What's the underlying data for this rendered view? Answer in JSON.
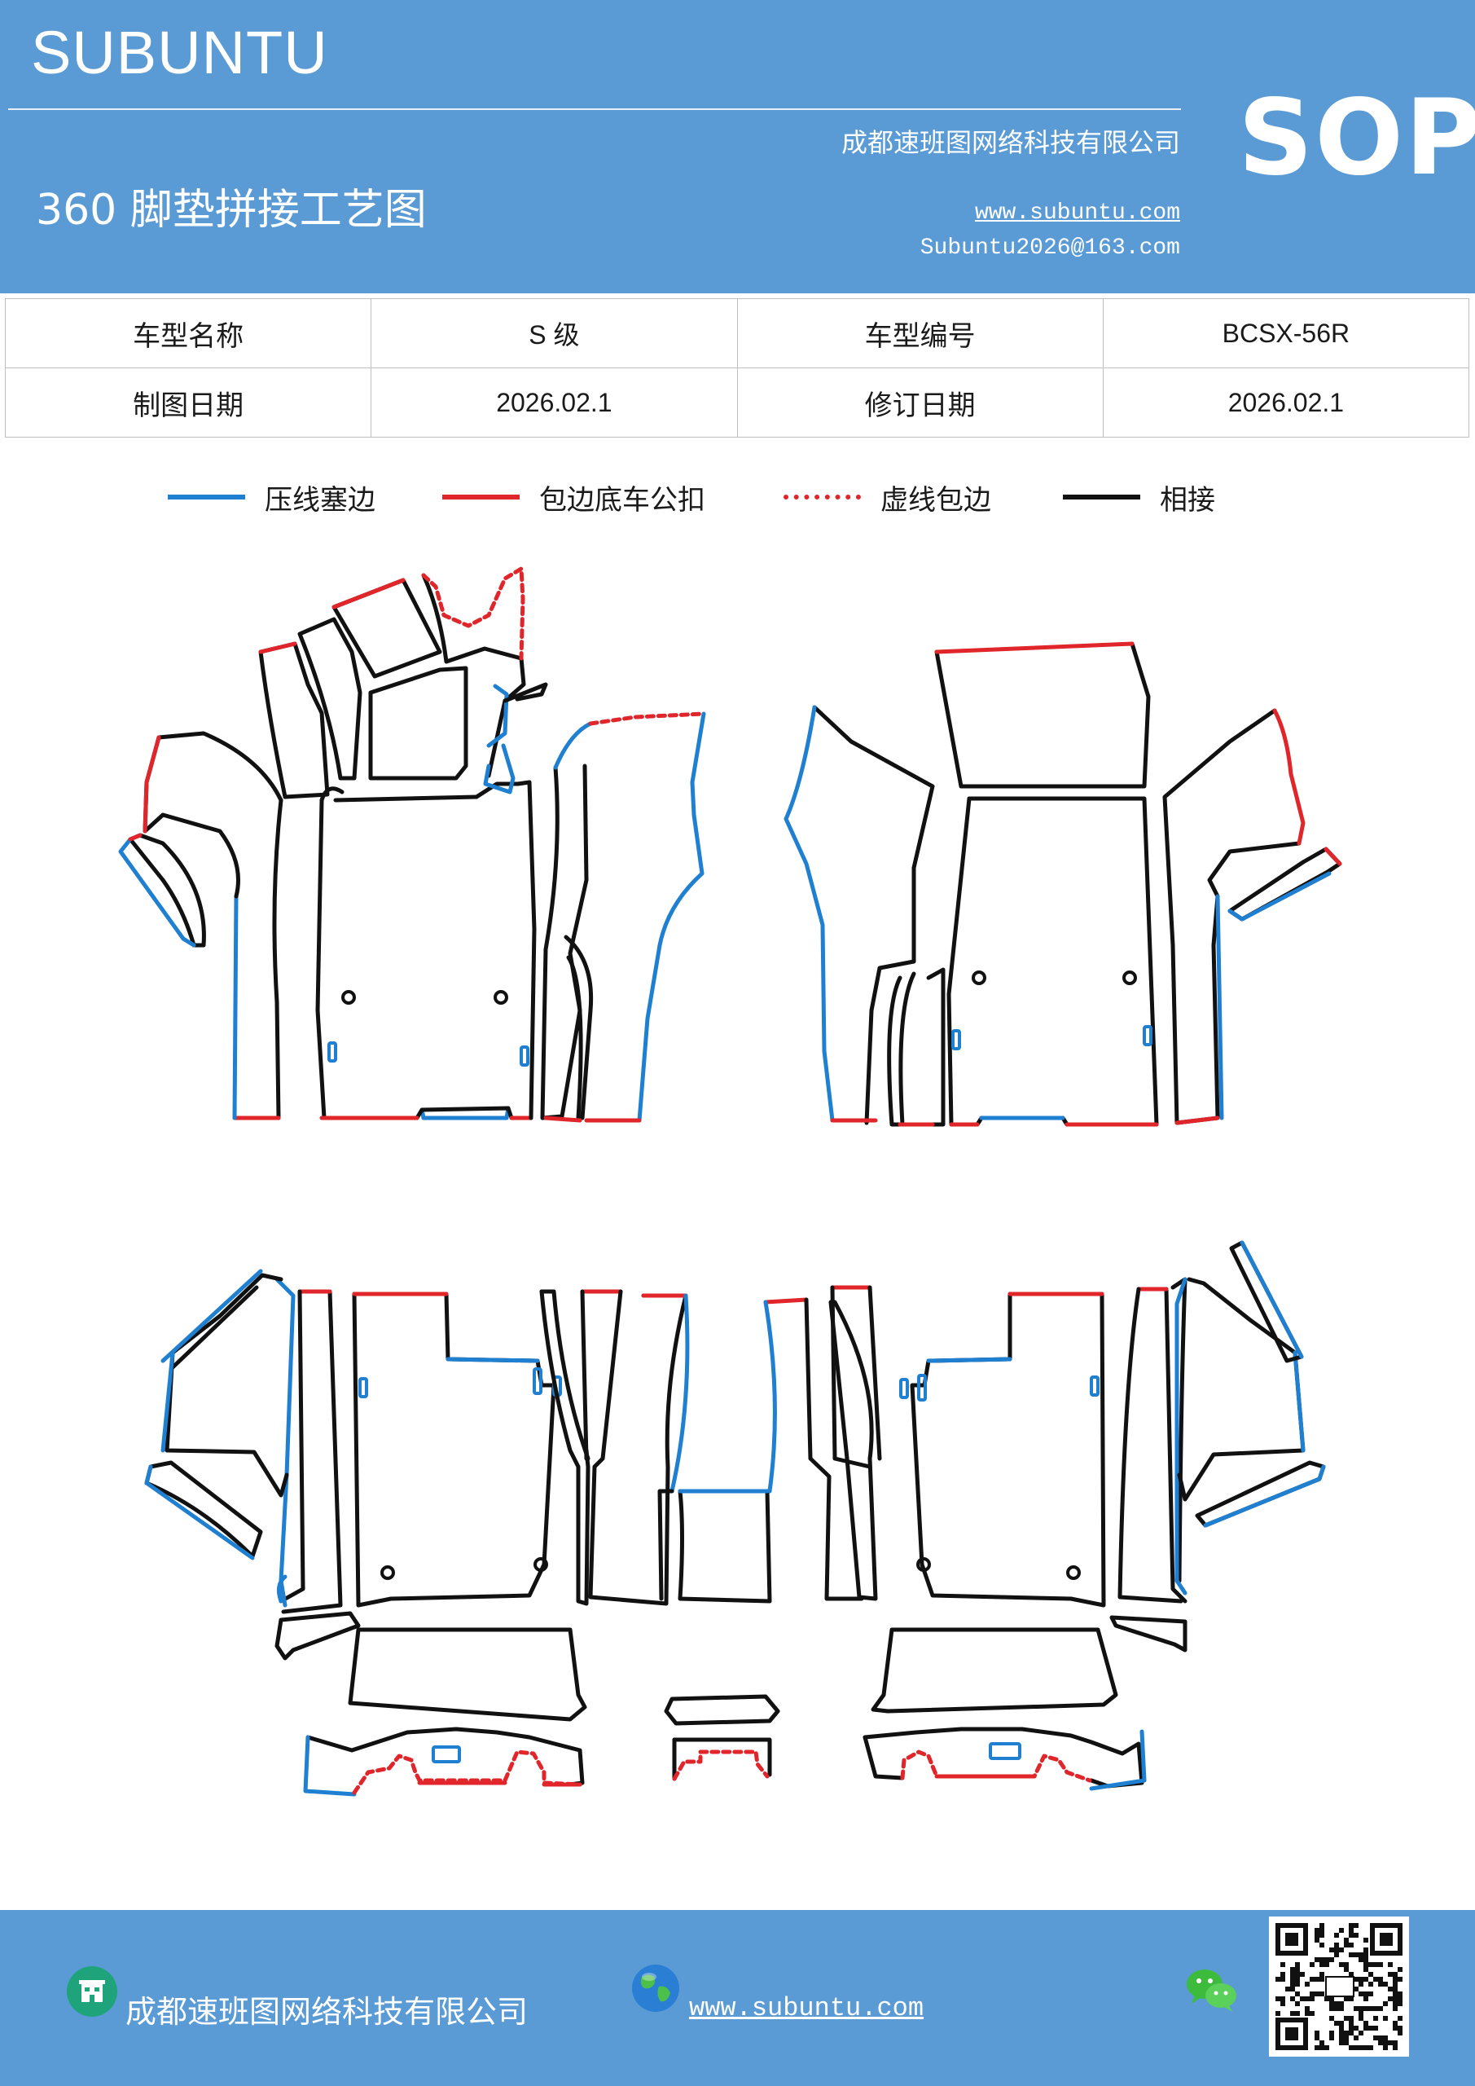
{
  "header": {
    "brand": "SUBUNTU",
    "company": "成都速班图网络科技有限公司",
    "title": "360 脚垫拼接工艺图",
    "website": "www.subuntu.com",
    "email": "Subuntu2026@163.com",
    "sop": "SOP"
  },
  "info_table": {
    "rows": [
      {
        "label1": "车型名称",
        "value1": "S 级",
        "label2": "车型编号",
        "value2": "BCSX-56R"
      },
      {
        "label1": "制图日期",
        "value1": "2026.02.1",
        "label2": "修订日期",
        "value2": "2026.02.1"
      }
    ]
  },
  "legend": [
    {
      "label": "压线塞边",
      "color": "#1f7fd0",
      "style": "solid"
    },
    {
      "label": "包边底车公扣",
      "color": "#e0262b",
      "style": "solid"
    },
    {
      "label": "虚线包边",
      "color": "#e0262b",
      "style": "dotted"
    },
    {
      "label": "相接",
      "color": "#111111",
      "style": "solid"
    }
  ],
  "colors": {
    "header_bg": "#5b9bd5",
    "blue_line": "#1f7fd0",
    "red_line": "#e0262b",
    "black_line": "#111111"
  },
  "footer": {
    "company": "成都速班图网络科技有限公司",
    "website": "www.subuntu.com",
    "icons": [
      "building-icon",
      "globe-icon",
      "wechat-icon",
      "qr-code"
    ]
  }
}
